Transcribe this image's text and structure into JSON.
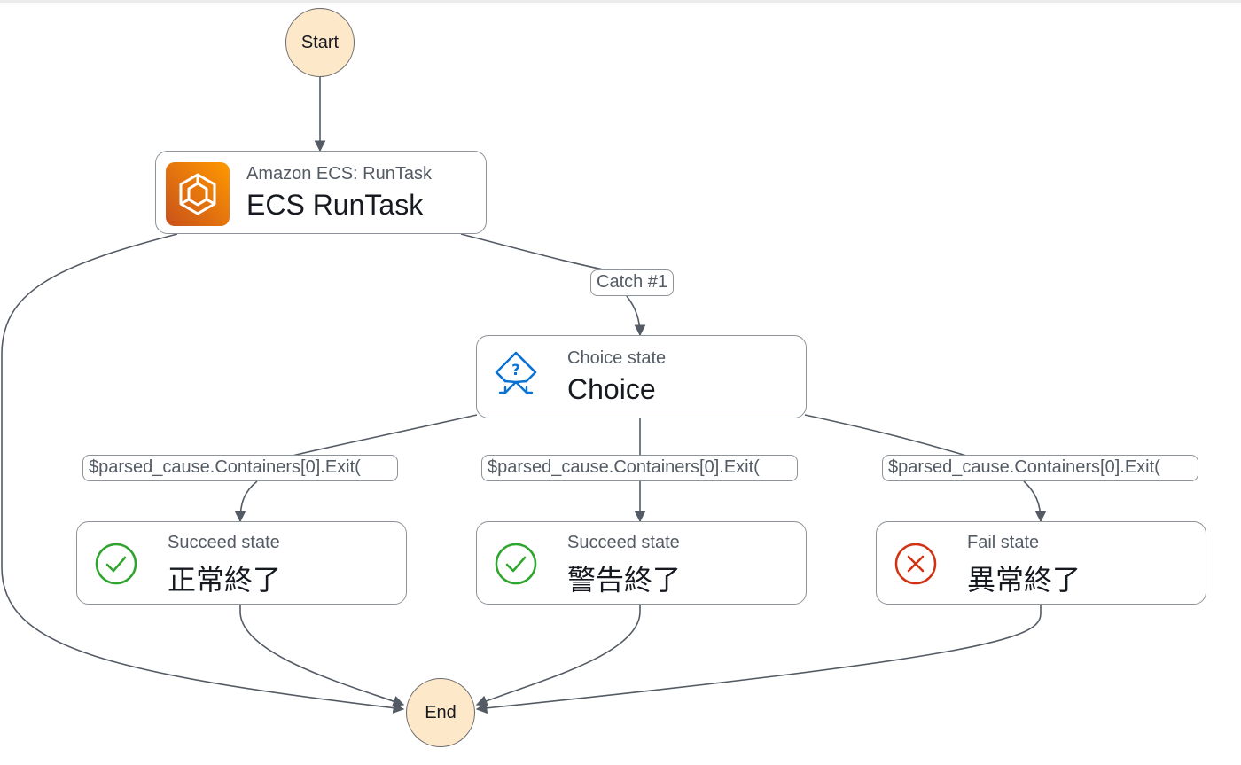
{
  "start": {
    "label": "Start"
  },
  "end": {
    "label": "End"
  },
  "states": {
    "ecs": {
      "type": "Amazon ECS: RunTask",
      "title": "ECS RunTask",
      "icon": "ecs-service-icon",
      "icon_color": "#e8700f"
    },
    "choice": {
      "type": "Choice state",
      "title": "Choice",
      "icon": "choice-diamond-icon",
      "icon_color": "#0972d3"
    },
    "normal": {
      "type": "Succeed state",
      "title": "正常終了",
      "icon": "check-circle-icon",
      "icon_color": "#2ea52c"
    },
    "warning": {
      "type": "Succeed state",
      "title": "警告終了",
      "icon": "check-circle-icon",
      "icon_color": "#2ea52c"
    },
    "abnormal": {
      "type": "Fail state",
      "title": "異常終了",
      "icon": "x-circle-icon",
      "icon_color": "#d13212"
    }
  },
  "edge_labels": {
    "catch": "Catch #1",
    "rule_1": "$parsed_cause.Containers[0].Exit(",
    "rule_2": "$parsed_cause.Containers[0].Exit(",
    "rule_3": "$parsed_cause.Containers[0].Exit("
  },
  "colors": {
    "edge": "#545b64",
    "node_border": "#8d9399",
    "terminal_fill": "#fde9c9"
  }
}
